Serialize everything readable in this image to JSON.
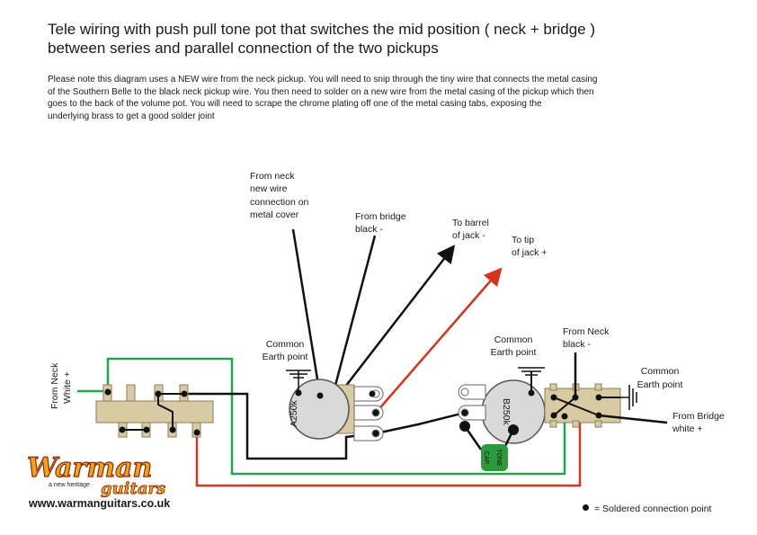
{
  "title": {
    "line1": "Tele wiring with push pull tone pot that switches the mid position ( neck + bridge )",
    "line2": "between series and parallel connection of the two pickups"
  },
  "note": {
    "line1": "Please note this diagram uses a NEW wire from the neck pickup. You will need to snip through the tiny wire that connects the metal casing",
    "line2": "of the Southern Belle to the black neck pickup wire. You then need to solder on a new wire from the metal casing of the pickup which then",
    "line3": "goes to the back of the volume pot. You will need to scrape the chrome plating off one of the metal casing tabs, exposing the",
    "line4": "underlying brass  to get a good solder joint"
  },
  "labels": {
    "from_neck_new_wire": [
      "From neck",
      "new wire",
      "connection on",
      "metal cover"
    ],
    "from_bridge_black": [
      "From bridge",
      "black -"
    ],
    "to_barrel": [
      "To barrel",
      "of jack -"
    ],
    "to_tip": [
      "To tip",
      "of jack +"
    ],
    "common_earth_1": [
      "Common",
      "Earth point"
    ],
    "common_earth_2": [
      "Common",
      "Earth point"
    ],
    "common_earth_3": [
      "Common",
      "Earth point"
    ],
    "from_neck_black": [
      "From Neck",
      "black -"
    ],
    "from_neck_white": [
      "From Neck",
      "White +"
    ],
    "from_bridge_white": [
      "From Bridge",
      "white +"
    ],
    "volume_pot": "A250k",
    "tone_pot": "B250k",
    "tone_cap": [
      "TONE",
      "CAP"
    ]
  },
  "logo": {
    "brand": "Warman",
    "tagline": "a new heritage",
    "sub": "guitars"
  },
  "website": "www.warmanguitars.co.uk",
  "legend": {
    "text": "= Soldered connection point"
  },
  "colors": {
    "wire_black": "#111111",
    "wire_red": "#d8341c",
    "wire_green": "#1fa84a",
    "switch_body": "#d8cba3",
    "pot_body": "#d9d9d9",
    "cap_green": "#2c9a3c"
  }
}
